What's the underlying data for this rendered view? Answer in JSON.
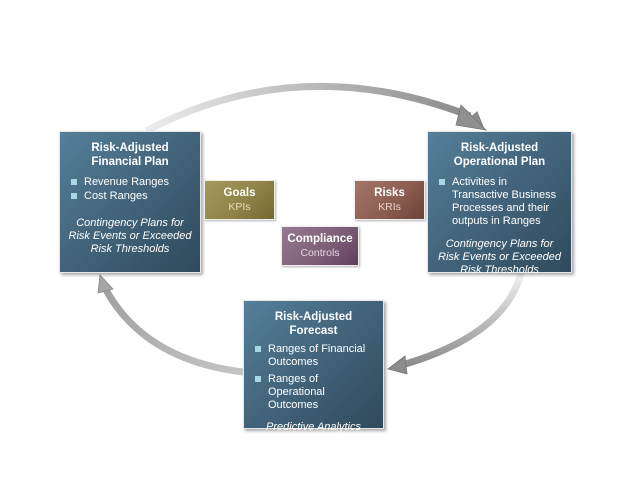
{
  "diagram": {
    "financial_plan": {
      "title_line1": "Risk-Adjusted",
      "title_line2": "Financial Plan",
      "bullets": [
        "Revenue Ranges",
        "Cost Ranges"
      ],
      "note_lines": [
        "Contingency Plans for",
        "Risk Events or Exceeded",
        "Risk Thresholds"
      ]
    },
    "operational_plan": {
      "title_line1": "Risk-Adjusted",
      "title_line2": "Operational Plan",
      "bullets": [
        "Activities in Transactive Business Processes and their outputs in Ranges"
      ],
      "note_lines": [
        "Contingency Plans for",
        "Risk Events or Exceeded",
        "Risk Thresholds"
      ]
    },
    "forecast": {
      "title_line1": "Risk-Adjusted",
      "title_line2": "Forecast",
      "bullets": [
        "Ranges of Financial Outcomes",
        "Ranges of Operational Outcomes"
      ],
      "note_lines": [
        "Predictive Analytics"
      ]
    },
    "goals": {
      "title": "Goals",
      "subtitle": "KPIs"
    },
    "risks": {
      "title": "Risks",
      "subtitle": "KRIs"
    },
    "compliance": {
      "title": "Compliance",
      "subtitle": "Controls"
    },
    "cycle_flow": [
      "Risk-Adjusted Financial Plan → Risk-Adjusted Operational Plan",
      "Risk-Adjusted Operational Plan → Risk-Adjusted Forecast",
      "Risk-Adjusted Forecast → Risk-Adjusted Financial Plan"
    ]
  }
}
